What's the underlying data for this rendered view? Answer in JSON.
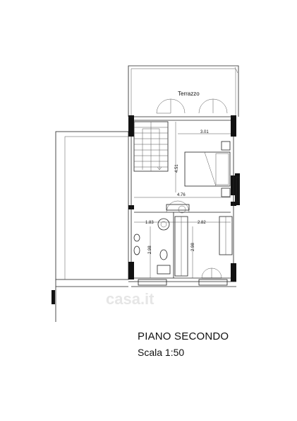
{
  "drawing": {
    "title": "PIANO SECONDO",
    "scale": "Scala 1:50",
    "watermark": "casa.it"
  },
  "rooms": {
    "terrace": "Terrazzo"
  },
  "dimensions": {
    "bedroom_width": "3.01",
    "bedroom_height": "4.51",
    "landing_width": "4.76",
    "bath_width": "1.83",
    "closet_width": "2.82",
    "bath_height": "2.98",
    "closet_height": "2.98"
  }
}
